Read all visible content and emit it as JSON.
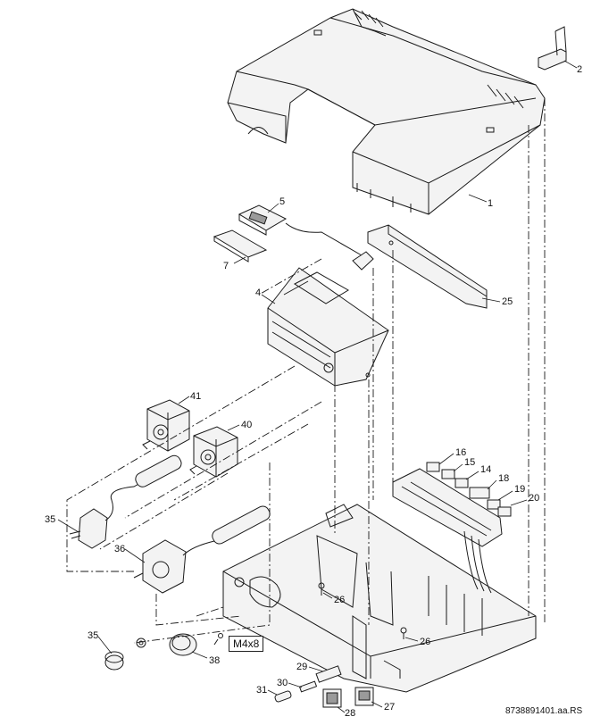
{
  "diagram": {
    "reference": "8738891401.aa.RS",
    "screw_tag": "M4x8",
    "part_numbers": {
      "p1": "1",
      "p2": "2",
      "p4": "4",
      "p5": "5",
      "p7": "7",
      "p14": "14",
      "p15": "15",
      "p16": "16",
      "p18": "18",
      "p19": "19",
      "p20": "20",
      "p25": "25",
      "p26a": "26",
      "p26b": "26",
      "p27": "27",
      "p28": "28",
      "p29": "29",
      "p30": "30",
      "p31": "31",
      "p35a": "35",
      "p35b": "35",
      "p36": "36",
      "p38": "38",
      "p40": "40",
      "p41": "41"
    }
  }
}
